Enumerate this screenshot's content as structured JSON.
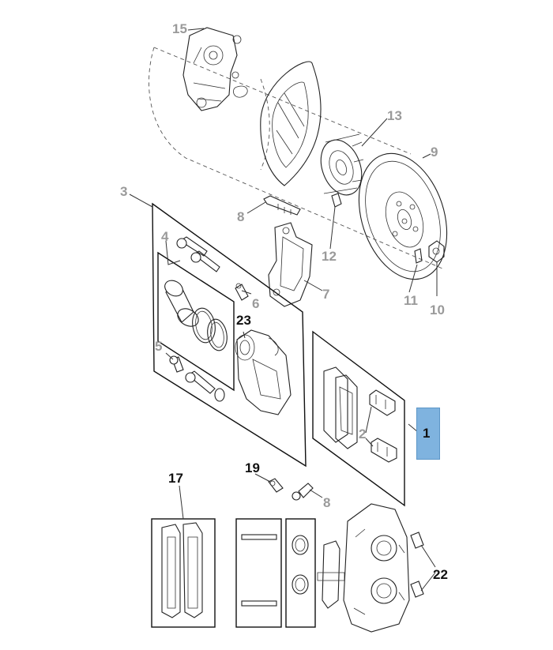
{
  "callouts": {
    "c15": "15",
    "c13": "13",
    "c9": "9",
    "c3": "3",
    "c8a": "8",
    "c4": "4",
    "c12": "12",
    "c6": "6",
    "c7": "7",
    "c11": "11",
    "c10": "10",
    "c23": "23",
    "c5": "5",
    "c2": "2",
    "c1": "1",
    "c17": "17",
    "c19": "19",
    "c8b": "8",
    "c22": "22"
  },
  "colors": {
    "highlight": "#7fb3df",
    "gray_callout": "#9a9a9a",
    "line": "#222222"
  }
}
